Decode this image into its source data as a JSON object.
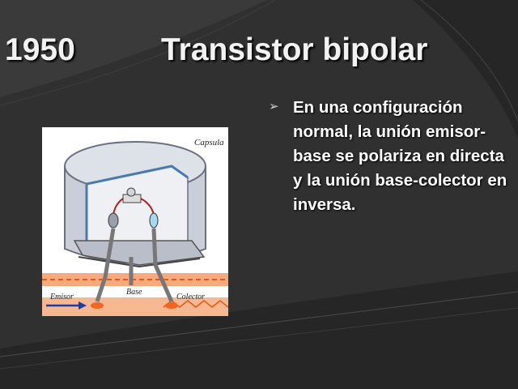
{
  "slide": {
    "year": "1950",
    "title": "Transistor bipolar",
    "bullet": {
      "icon": "bullet-arrow-icon",
      "glyph": "➢",
      "text": "En una configuración normal, la unión emisor-base se polariza en directa y la unión base-colector en inversa."
    },
    "figure": {
      "labels": {
        "capsula": "Capsula",
        "base": "Base",
        "emisor": "Emisor",
        "colector": "Colector"
      }
    }
  },
  "colors": {
    "background": "#2f2f2f",
    "text": "#ffffff",
    "accent_orange": "#f26522"
  }
}
